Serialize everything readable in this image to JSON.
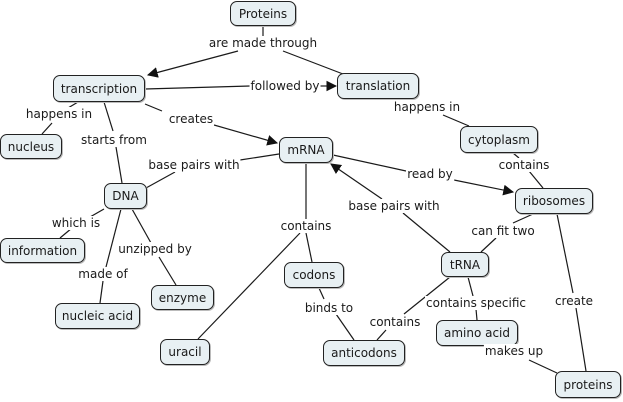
{
  "title": "Protein synthesis concept map",
  "colors": {
    "node_fill": "#e8f0f3",
    "node_border": "#222222",
    "line": "#1a1a1a",
    "background": "#ffffff"
  },
  "concepts": {
    "proteins_top": "Proteins",
    "transcription": "transcription",
    "translation": "translation",
    "nucleus": "nucleus",
    "mrna": "mRNA",
    "cytoplasm": "cytoplasm",
    "dna": "DNA",
    "ribosomes": "ribosomes",
    "information": "information",
    "trna": "tRNA",
    "codons": "codons",
    "enzyme": "enzyme",
    "nucleic_acid": "nucleic acid",
    "amino_acid": "amino acid",
    "uracil": "uracil",
    "anticodons": "anticodons",
    "proteins_bottom": "proteins"
  },
  "linking_phrases": {
    "are_made_through": "are made through",
    "followed_by": "followed by",
    "happens_in_nucleus": "happens in",
    "happens_in_cytoplasm": "happens in",
    "creates": "creates",
    "starts_from": "starts from",
    "base_pairs_with_dna": "base pairs with",
    "read_by": "read by",
    "contains_cytoplasm": "contains",
    "which_is": "which is",
    "unzipped_by": "unzipped by",
    "made_of": "made of",
    "contains_mrna": "contains",
    "base_pairs_with_trna": "base pairs with",
    "can_fit_two": "can fit two",
    "binds_to": "binds to",
    "contains_trna": "contains",
    "contains_specific": "contains specific",
    "create": "create",
    "makes_up": "makes up"
  },
  "connections": [
    {
      "from": "Proteins",
      "phrase": "are made through",
      "to": [
        "transcription",
        "translation"
      ]
    },
    {
      "from": "transcription",
      "phrase": "followed by",
      "to": [
        "translation"
      ]
    },
    {
      "from": "transcription",
      "phrase": "happens in",
      "to": [
        "nucleus"
      ]
    },
    {
      "from": "transcription",
      "phrase": "creates",
      "to": [
        "mRNA"
      ]
    },
    {
      "from": "transcription",
      "phrase": "starts from",
      "to": [
        "DNA"
      ]
    },
    {
      "from": "translation",
      "phrase": "happens in",
      "to": [
        "cytoplasm"
      ]
    },
    {
      "from": "cytoplasm",
      "phrase": "contains",
      "to": [
        "ribosomes"
      ]
    },
    {
      "from": "mRNA",
      "phrase": "base pairs with",
      "to": [
        "DNA"
      ]
    },
    {
      "from": "mRNA",
      "phrase": "read by",
      "to": [
        "ribosomes"
      ]
    },
    {
      "from": "mRNA",
      "phrase": "contains",
      "to": [
        "codons",
        "uracil"
      ]
    },
    {
      "from": "DNA",
      "phrase": "which is",
      "to": [
        "information"
      ]
    },
    {
      "from": "DNA",
      "phrase": "unzipped by",
      "to": [
        "enzyme"
      ]
    },
    {
      "from": "DNA",
      "phrase": "made of",
      "to": [
        "nucleic acid"
      ]
    },
    {
      "from": "tRNA",
      "phrase": "base pairs with",
      "to": [
        "mRNA"
      ]
    },
    {
      "from": "ribosomes",
      "phrase": "can fit two",
      "to": [
        "tRNA"
      ]
    },
    {
      "from": "codons",
      "phrase": "binds to",
      "to": [
        "anticodons"
      ]
    },
    {
      "from": "tRNA",
      "phrase": "contains",
      "to": [
        "anticodons"
      ]
    },
    {
      "from": "tRNA",
      "phrase": "contains specific",
      "to": [
        "amino acid"
      ]
    },
    {
      "from": "ribosomes",
      "phrase": "create",
      "to": [
        "proteins"
      ]
    },
    {
      "from": "amino acid",
      "phrase": "makes up",
      "to": [
        "proteins"
      ]
    }
  ]
}
